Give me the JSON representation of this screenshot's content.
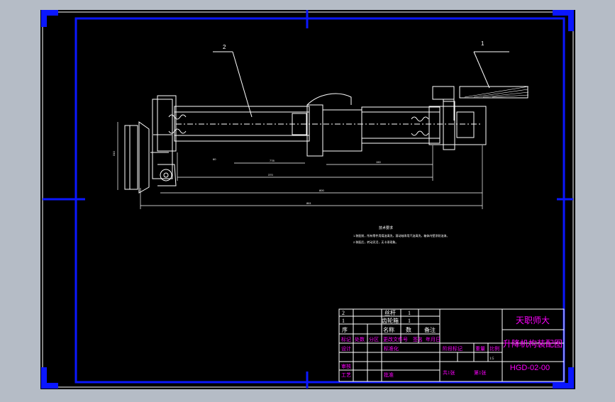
{
  "drawing": {
    "background": "#000000",
    "frame_color": "#0b17ff",
    "line_color": "#ffffff",
    "label_color": "#ff00ff",
    "balloons": [
      {
        "number": "2"
      },
      {
        "number": "1"
      }
    ],
    "dimensions": [
      "310",
      "778",
      "861",
      "800",
      "370",
      "150",
      "60"
    ],
    "notes_title": "技术要求",
    "notes": [
      "1.装配前，所有零件用煤油清洗，滚动轴承用汽油清洗，箱体内壁涂耐油漆。",
      "2.装配后，转动灵活，无卡滞现象。"
    ]
  },
  "title_block": {
    "company": "天职师大",
    "title": "升降机构装配图",
    "drawing_no": "HGD-02-00",
    "parts": [
      {
        "no": "2",
        "name": "丝杆",
        "qty": "1"
      },
      {
        "no": "1",
        "name": "齿轮箱",
        "qty": "1"
      }
    ],
    "header": {
      "no": "序",
      "name": "名称",
      "qty": "数",
      "remark": "备注"
    },
    "revision_labels": [
      "标记",
      "处数",
      "分区",
      "更改文件号",
      "签名",
      "年月日"
    ],
    "signature_labels": {
      "design": "设计",
      "standard": "标准化",
      "check": "审核",
      "process": "工艺",
      "approve": "批准"
    },
    "stage_label": "阶段标记",
    "weight_label": "重量",
    "scale_label": "比例",
    "scale_value": "1:5",
    "sheet_total": "共1张",
    "sheet_no": "第1张"
  }
}
